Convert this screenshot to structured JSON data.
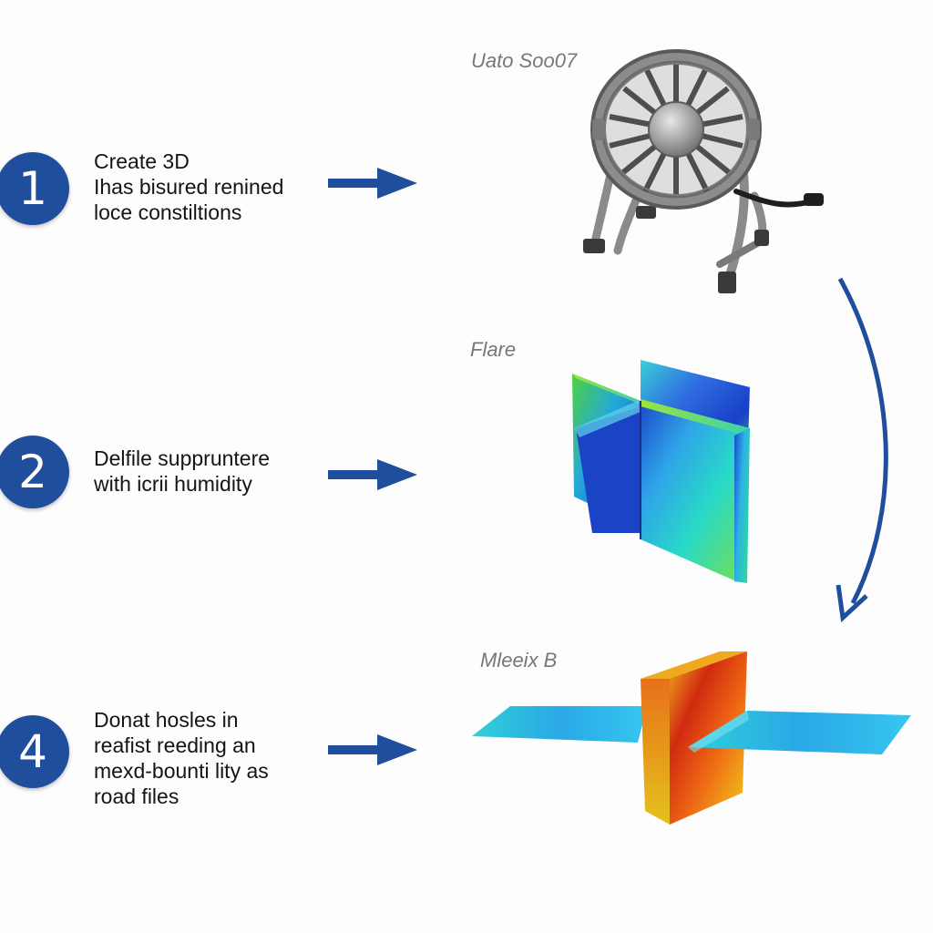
{
  "steps": [
    {
      "number": "1",
      "lines": [
        "Create 3D",
        "Ihas bisured renined",
        "loce constiltions"
      ],
      "caption": "Uato Soo07",
      "figure": "fan-icon"
    },
    {
      "number": "2",
      "lines": [
        "Delfile suppruntere",
        "with icrii humidity"
      ],
      "caption": "Flare",
      "figure": "cfd-cross-section"
    },
    {
      "number": "4",
      "lines": [
        "Donat hosles in",
        "reafist reeding an",
        "mexd-bounti lity as",
        "road files"
      ],
      "caption": "Mleeix B",
      "figure": "heat-sink-contour"
    }
  ],
  "colors": {
    "accent": "#1f4e9c",
    "text": "#141414",
    "caption": "#777777"
  }
}
